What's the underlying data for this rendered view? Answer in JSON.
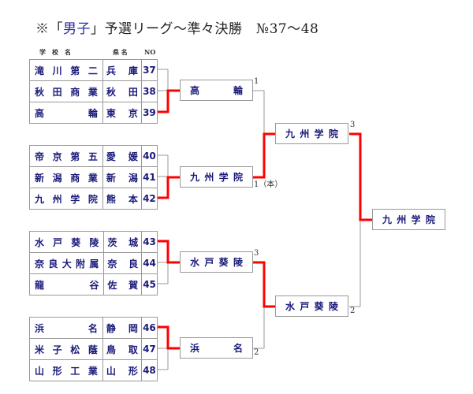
{
  "title": {
    "prefix": "※「",
    "accent": "男子",
    "suffix": "」予選リーグ〜準々決勝　№37〜48"
  },
  "headers": {
    "school": "学　校　名",
    "prefecture": "県 名",
    "no": "NO"
  },
  "colors": {
    "winner_line": "#ff0000",
    "line": "#999999",
    "team_text": "#1a1a7a"
  },
  "groups": [
    {
      "entries": [
        {
          "school": "滝川第二",
          "prefecture": "兵庫",
          "no": "37"
        },
        {
          "school": "秋田商業",
          "prefecture": "秋田",
          "no": "38"
        },
        {
          "school": "高輪",
          "prefecture": "東京",
          "no": "39"
        }
      ]
    },
    {
      "entries": [
        {
          "school": "帝京第五",
          "prefecture": "愛媛",
          "no": "40"
        },
        {
          "school": "新潟商業",
          "prefecture": "新潟",
          "no": "41"
        },
        {
          "school": "九州学院",
          "prefecture": "熊本",
          "no": "42"
        }
      ]
    },
    {
      "entries": [
        {
          "school": "水戸葵陵",
          "prefecture": "茨城",
          "no": "43"
        },
        {
          "school": "奈良大附属",
          "prefecture": "奈良",
          "no": "44"
        },
        {
          "school": "龍谷",
          "prefecture": "佐賀",
          "no": "45"
        }
      ]
    },
    {
      "entries": [
        {
          "school": "浜名",
          "prefecture": "静岡",
          "no": "46"
        },
        {
          "school": "米子松蔭",
          "prefecture": "鳥取",
          "no": "47"
        },
        {
          "school": "山形工業",
          "prefecture": "山形",
          "no": "48"
        }
      ]
    }
  ],
  "group_winners": [
    {
      "school": "高輪",
      "from_no": "39",
      "score": "1"
    },
    {
      "school": "九州学院",
      "from_no": "42",
      "score": "1（本）"
    },
    {
      "school": "水戸葵陵",
      "from_no": "43",
      "score": "3"
    },
    {
      "school": "浜名",
      "from_no": "46",
      "score": "2"
    }
  ],
  "semifinals": [
    {
      "school": "九州学院",
      "score": "3"
    },
    {
      "school": "水戸葵陵",
      "score": "2"
    }
  ],
  "final_winner": {
    "school": "九州学院"
  }
}
